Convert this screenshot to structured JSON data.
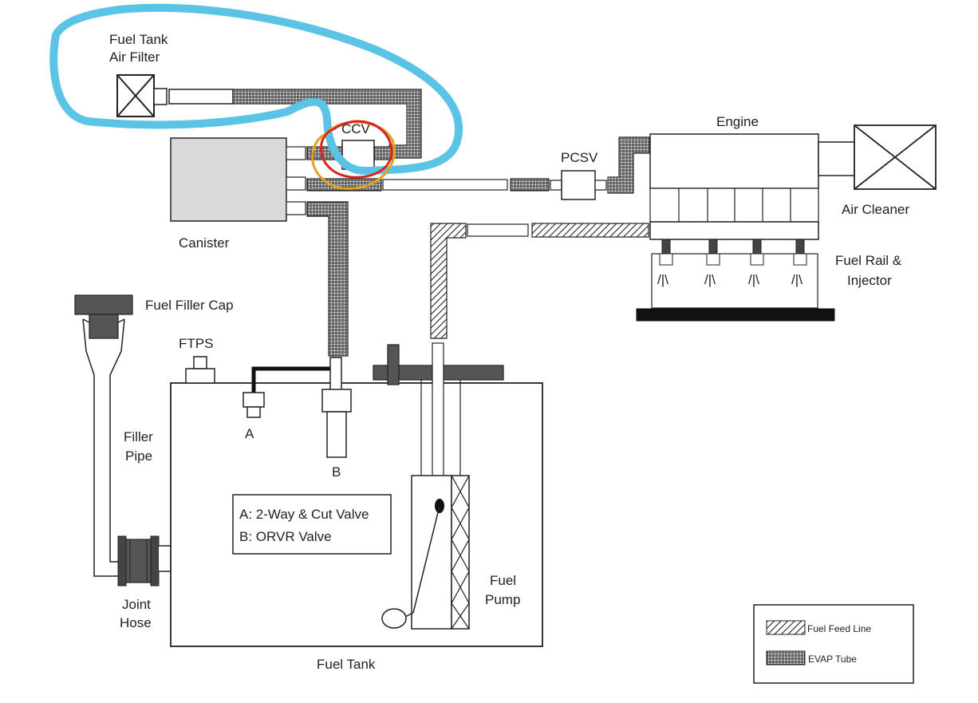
{
  "labels": {
    "fuel_tank_air_filter_1": "Fuel Tank",
    "fuel_tank_air_filter_2": "Air Filter",
    "ccv": "CCV",
    "canister": "Canister",
    "pcsv": "PCSV",
    "engine": "Engine",
    "air_cleaner": "Air Cleaner",
    "fuel_rail_1": "Fuel Rail &",
    "fuel_rail_2": "Injector",
    "fuel_filler_cap": "Fuel Filler Cap",
    "ftps": "FTPS",
    "valve_a": "A",
    "valve_b": "B",
    "filler_pipe_1": "Filler",
    "filler_pipe_2": "Pipe",
    "joint_hose_1": "Joint",
    "joint_hose_2": "Hose",
    "fuel_tank": "Fuel Tank",
    "fuel_pump_1": "Fuel",
    "fuel_pump_2": "Pump",
    "injector_spray": "/|\\"
  },
  "valve_legend": {
    "a": "A: 2-Way & Cut Valve",
    "b": "B: ORVR Valve"
  },
  "line_legend": {
    "fuel_feed": "Fuel Feed Line",
    "evap": "EVAP Tube"
  },
  "colors": {
    "highlight_blue": "#5BC3E6",
    "highlight_red": "#D8261E",
    "highlight_orange": "#E3A220",
    "dark_block": "#555555",
    "canister_fill": "#d9d9d9"
  }
}
